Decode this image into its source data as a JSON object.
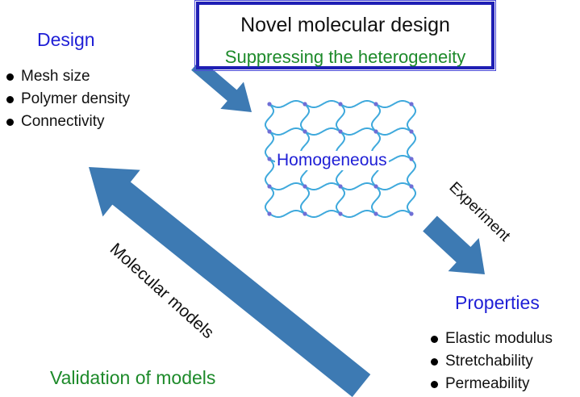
{
  "title_box": {
    "title": "Novel molecular design",
    "subtitle": "Suppressing the heterogeneity"
  },
  "design": {
    "heading": "Design",
    "items": [
      "Mesh size",
      "Polymer density",
      "Connectivity"
    ]
  },
  "network": {
    "label": "Homogeneous"
  },
  "properties": {
    "heading": "Properties",
    "items": [
      "Elastic modulus",
      "Stretchability",
      "Permeability"
    ]
  },
  "arrows": {
    "experiment_label": "Experiment",
    "models_label": "Molecular models"
  },
  "validation": {
    "label": "Validation of models"
  },
  "colors": {
    "arrow": "#3d7ab3",
    "heading_blue": "#1f1fd6",
    "green": "#1d8a2a",
    "network_line": "#3fa9dc",
    "node": "#6f6fd6",
    "box_border": "#1f1fb4"
  }
}
